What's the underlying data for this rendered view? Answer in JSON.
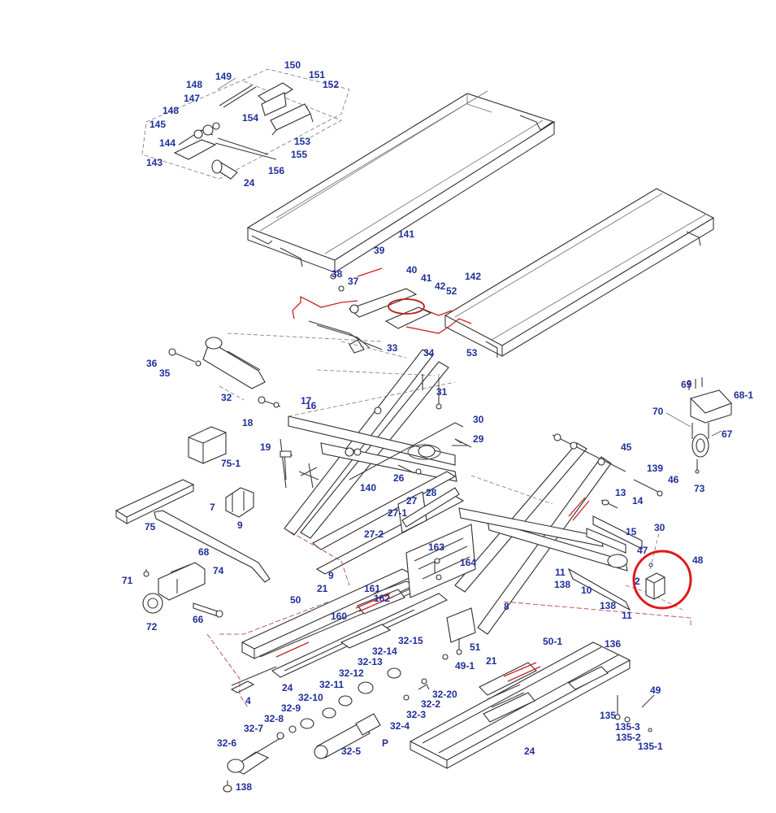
{
  "diagram": {
    "highlight_color": "#e01818",
    "label_color": "#1f2f99",
    "labels": [
      "149",
      "150",
      "151",
      "152",
      "148",
      "147",
      "148",
      "145",
      "154",
      "153",
      "144",
      "143",
      "155",
      "156",
      "24",
      "141",
      "39",
      "40",
      "41",
      "42",
      "52",
      "38",
      "37",
      "142",
      "33",
      "34",
      "53",
      "36",
      "35",
      "32",
      "17",
      "16",
      "18",
      "31",
      "30",
      "29",
      "69",
      "68-1",
      "70",
      "67",
      "73",
      "19",
      "75-1",
      "26",
      "140",
      "28",
      "45",
      "139",
      "46",
      "7",
      "9",
      "27",
      "27-1",
      "27-2",
      "13",
      "14",
      "75",
      "68",
      "15",
      "74",
      "71",
      "163",
      "164",
      "9",
      "47",
      "30",
      "48",
      "72",
      "66",
      "21",
      "161",
      "162",
      "11",
      "138",
      "10",
      "2",
      "138",
      "11",
      "50",
      "160",
      "8",
      "32-15",
      "32-14",
      "51",
      "49-1",
      "50-1",
      "136",
      "21",
      "32-13",
      "32-12",
      "32-11",
      "32-10",
      "32-9",
      "32-8",
      "32-7",
      "32-6",
      "24",
      "4",
      "32-20",
      "32-2",
      "32-3",
      "32-4",
      "49",
      "135",
      "135-3",
      "135-2",
      "135-1",
      "32-5",
      "P",
      "24",
      "138"
    ]
  }
}
